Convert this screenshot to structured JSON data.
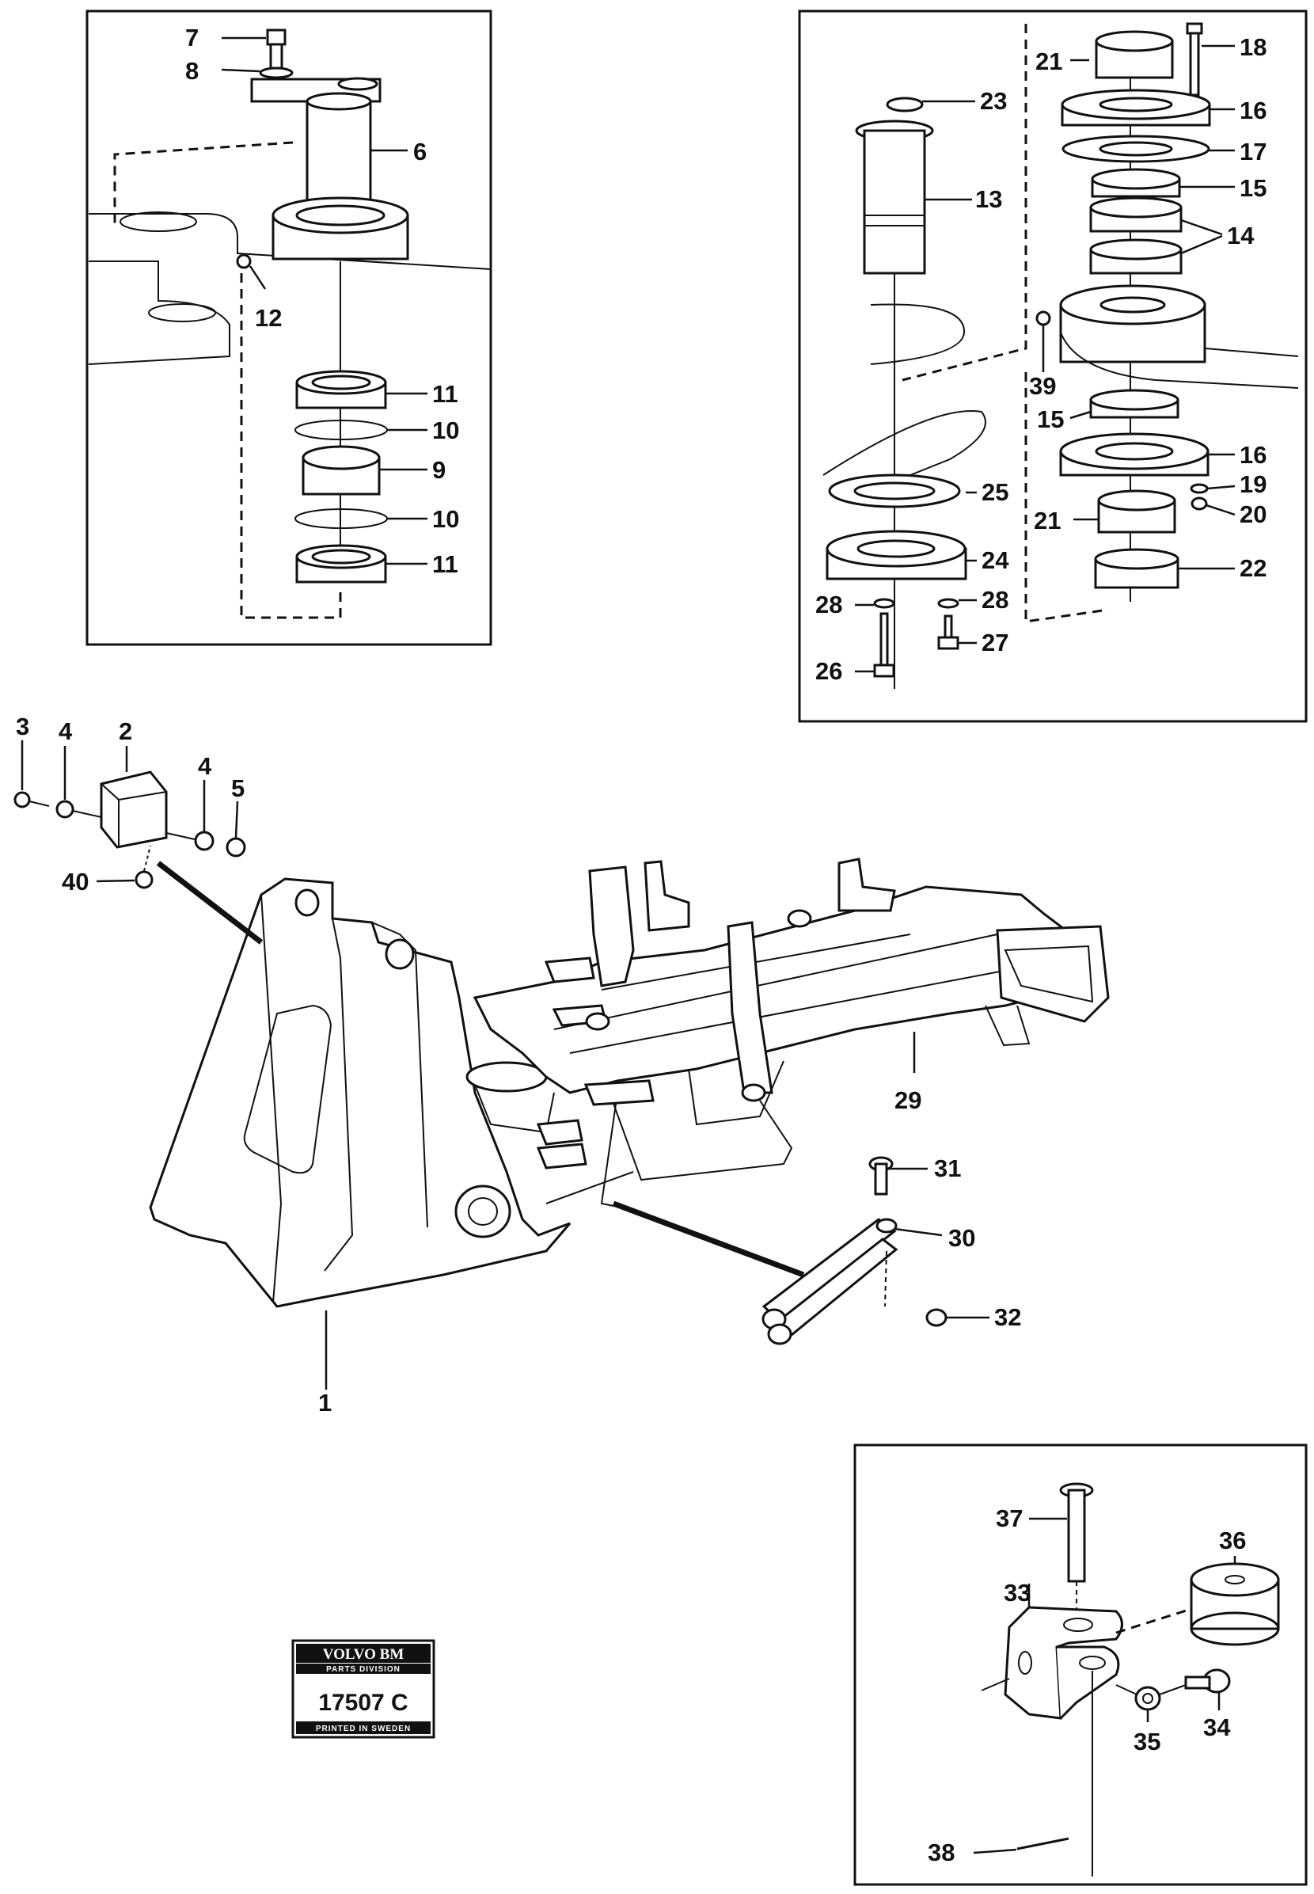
{
  "callouts": {
    "n1": "1",
    "n2": "2",
    "n3": "3",
    "n4a": "4",
    "n4b": "4",
    "n5": "5",
    "n6": "6",
    "n7": "7",
    "n8": "8",
    "n9": "9",
    "n10a": "10",
    "n10b": "10",
    "n11a": "11",
    "n11b": "11",
    "n12": "12",
    "n13": "13",
    "n14": "14",
    "n15a": "15",
    "n15b": "15",
    "n16a": "16",
    "n16b": "16",
    "n17": "17",
    "n18": "18",
    "n19": "19",
    "n20": "20",
    "n21a": "21",
    "n21b": "21",
    "n22": "22",
    "n23": "23",
    "n24": "24",
    "n25": "25",
    "n26": "26",
    "n27": "27",
    "n28a": "28",
    "n28b": "28",
    "n29": "29",
    "n30": "30",
    "n31": "31",
    "n32": "32",
    "n33": "33",
    "n34": "34",
    "n35": "35",
    "n36": "36",
    "n37": "37",
    "n38": "38",
    "n39": "39",
    "n40": "40"
  },
  "stamp": {
    "brand": "VOLVO BM",
    "division": "PARTS DIVISION",
    "code": "17507 C",
    "origin": "PRINTED IN SWEDEN"
  }
}
